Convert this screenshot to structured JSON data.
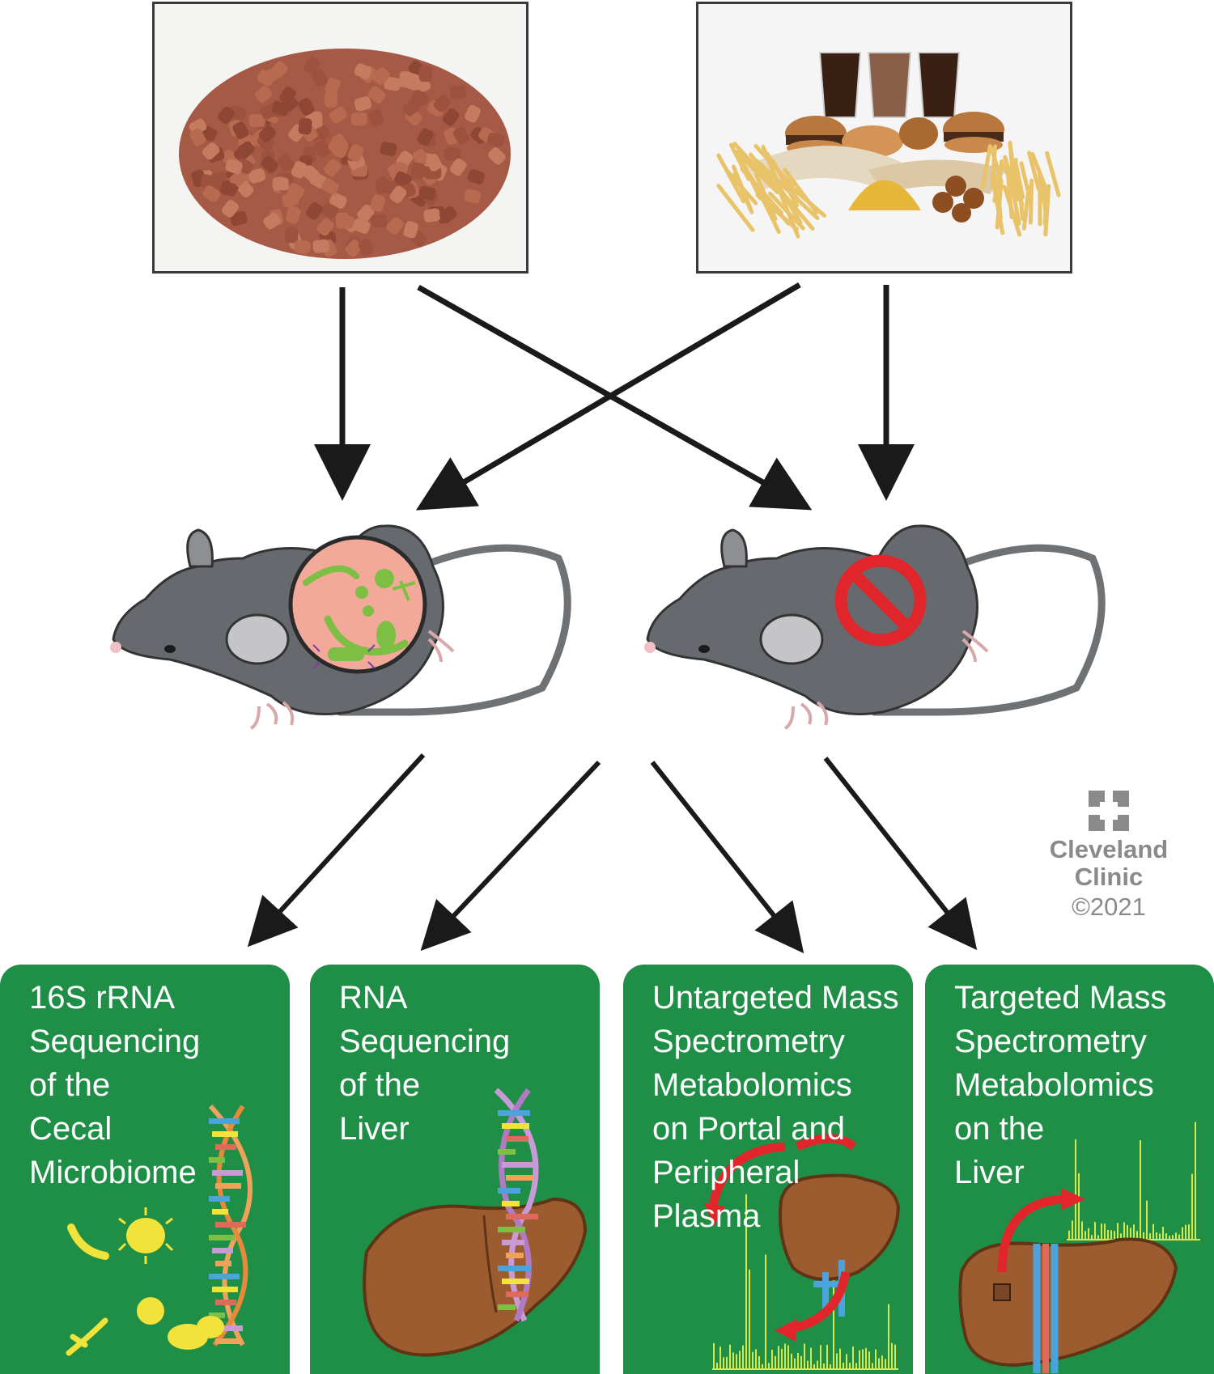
{
  "panels": [
    {
      "title": "16S rRNA\nSequencing\nof the\nCecal\nMicrobiome"
    },
    {
      "title": "RNA\nSequencing\nof the\nLiver"
    },
    {
      "title": "Untargeted Mass\nSpectrometry\nMetabolomics\non Portal and\nPeripheral\nPlasma"
    },
    {
      "title": "Targeted Mass\nSpectrometry\nMetabolomics\non the\nLiver"
    }
  ],
  "logo": {
    "line1": "Cleveland",
    "line2": "Clinic",
    "copyright": "©2021"
  },
  "images": {
    "left_photo": "rodent-chow-pellets",
    "right_photo": "fast-food-western-diet",
    "left_mouse": "mouse-with-gut-microbiome",
    "right_mouse": "germ-free-mouse"
  },
  "colors": {
    "panel_green": "#1f8f47",
    "arrow": "#1a1a1a",
    "mouse_gray": "#666a6e",
    "microbiome_pink": "#f2a99a",
    "microbe_green": "#7dbf45",
    "prohibit_red": "#e0262a",
    "liver_brown": "#9c5c30",
    "dna_orange": "#f0a15a",
    "dna_purple": "#c99ad8",
    "spectrum_yellow": "#d6e84a",
    "logo_gray": "#8a8a8a"
  }
}
